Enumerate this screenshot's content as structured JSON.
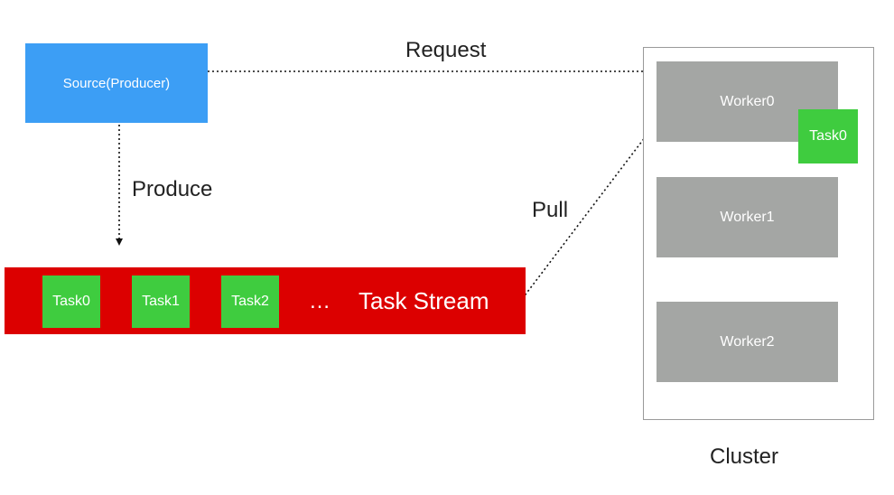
{
  "source": {
    "label": "Source(Producer)"
  },
  "edges": {
    "request": "Request",
    "produce": "Produce",
    "pull": "Pull"
  },
  "stream": {
    "label": "Task Stream",
    "ellipsis": "…",
    "tasks": [
      "Task0",
      "Task1",
      "Task2"
    ]
  },
  "cluster": {
    "label": "Cluster",
    "workers": [
      "Worker0",
      "Worker1",
      "Worker2"
    ],
    "assigned_task": "Task0"
  },
  "colors": {
    "source": "#3c9ef5",
    "stream": "#dc0000",
    "task": "#3fcc3f",
    "worker": "#a4a6a4"
  }
}
